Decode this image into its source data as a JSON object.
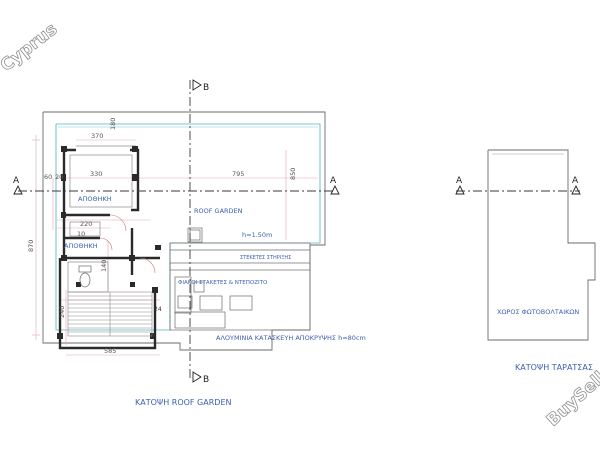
{
  "watermarks": {
    "top_left": "Cyprus",
    "bottom_right": "BuySell"
  },
  "section_markers": {
    "a": "A",
    "b": "B"
  },
  "left_plan": {
    "rooms": {
      "storage_upper": "ΑΠΟΘΗΚΗ",
      "storage_lower": "ΑΠΟΘΗΚΗ",
      "roof_garden": "ROOF GARDEN",
      "height_note": "h=1.50m",
      "shade_structure": "ΣΤΕΚΕΤΕΣ ΣΤΗΡΙΞΗΣ",
      "seating": "ΦΙΑΚΟΙ ΣΤΑΚΕΤΕΣ  &  ΝΤΕΠΟΖΙΤΟ",
      "aluminium_note": "ΑΛΟΥΜΙΝΙΑ ΚΑΤΑΣΚΕΥΗ ΑΠΟΚΡΥΨΗΣ h=80cm",
      "stair_number": "24"
    },
    "dimensions": {
      "d370": "370",
      "d180": "180",
      "d330": "330",
      "d795": "795",
      "d60": "60",
      "d20": "20",
      "d220": "220",
      "d870": "870",
      "d585": "585",
      "d850": "850",
      "d140": "140",
      "d240": "240",
      "d10": "10"
    },
    "caption": "ΚΑΤΟΨΗ ROOF GARDEN"
  },
  "right_plan": {
    "label": "ΧΩΡΟΣ ΦΩΤΟΒΟΛΤΑΙΚΩΝ",
    "caption": "ΚΑΤΟΨΗ ΤΑΡΑΤΣΑΣ"
  },
  "colors": {
    "line": "#5a5a5a",
    "thin": "#9a9a9a",
    "cyan": "#7cc7cf",
    "pink": "#e7a7b4",
    "blue_text": "#3b5fb0",
    "wall": "#2a2a2a",
    "watermark": "#8f8f8f"
  }
}
